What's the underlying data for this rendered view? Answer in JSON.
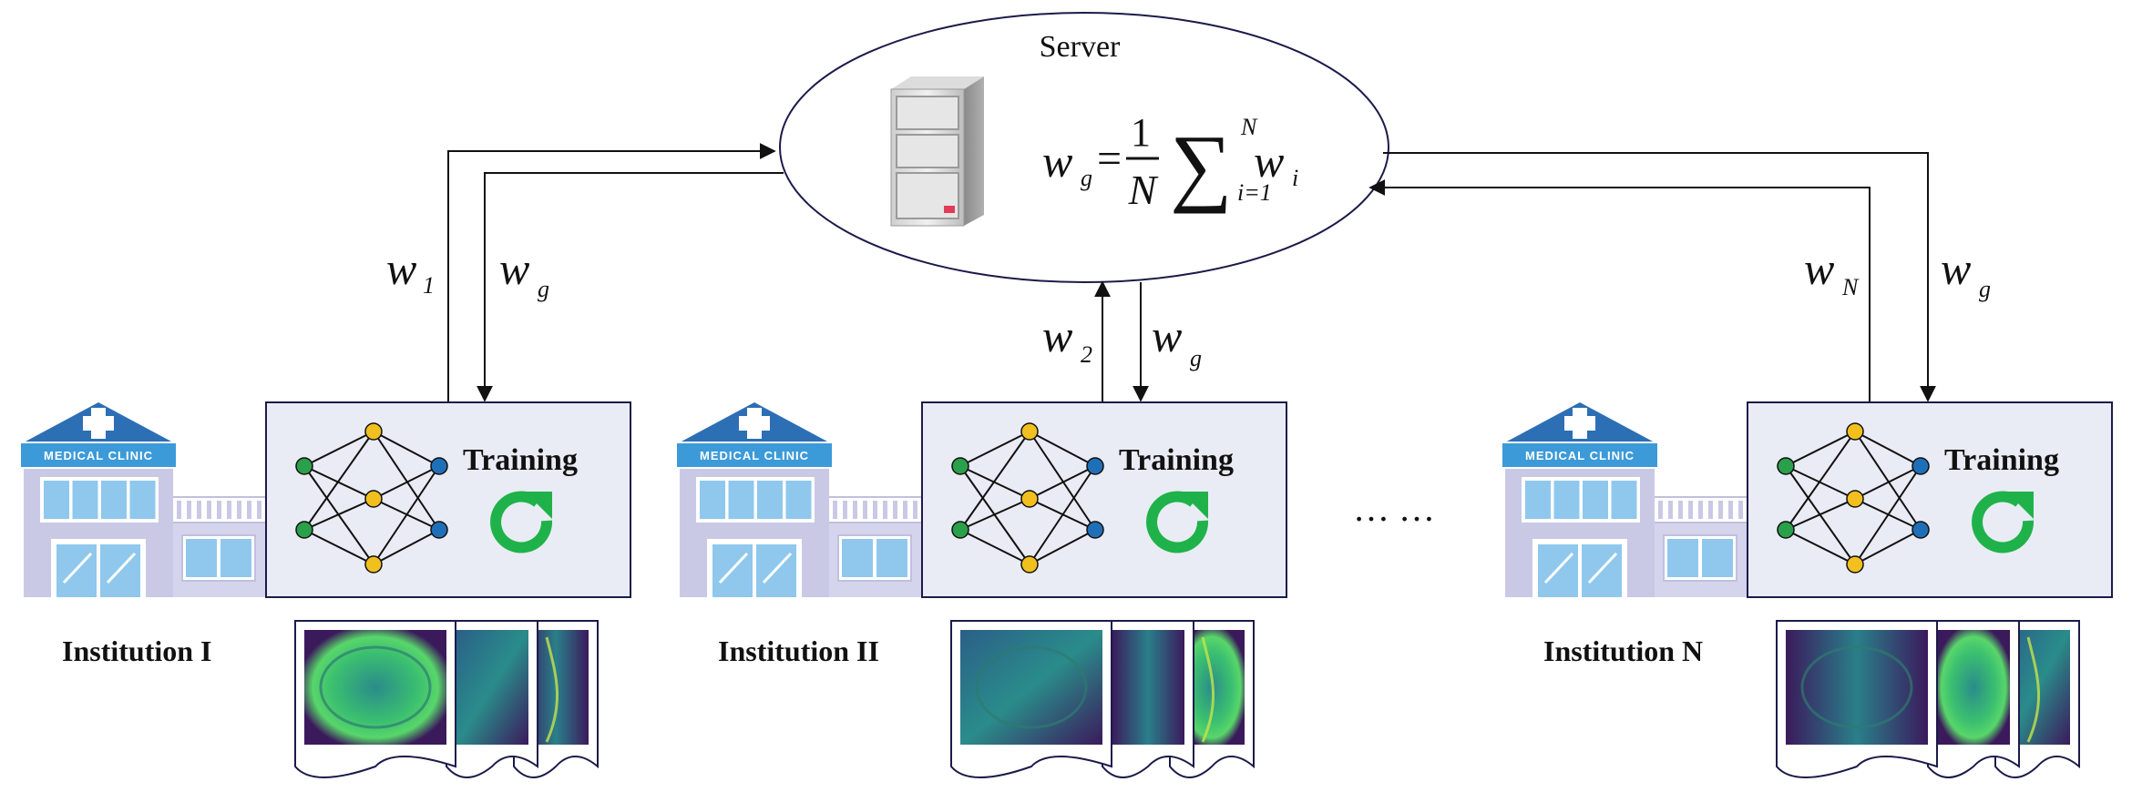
{
  "server": {
    "label": "Server",
    "formula": {
      "lhs": "w",
      "lhs_sub": "g",
      "equals": "=",
      "frac_num": "1",
      "frac_den": "N",
      "sum": "∑",
      "sum_top": "N",
      "sum_bottom": "i=1",
      "term": "w",
      "term_sub": "i"
    }
  },
  "institutions": [
    {
      "name": "Institution I",
      "sign": "MEDICAL CLINIC",
      "training_label": "Training",
      "upload": {
        "main": "w",
        "sub": "1"
      },
      "download": {
        "main": "w",
        "sub": "g"
      }
    },
    {
      "name": "Institution II",
      "sign": "MEDICAL CLINIC",
      "training_label": "Training",
      "upload": {
        "main": "w",
        "sub": "2"
      },
      "download": {
        "main": "w",
        "sub": "g"
      }
    },
    {
      "name": "Institution N",
      "sign": "MEDICAL CLINIC",
      "training_label": "Training",
      "upload": {
        "main": "w",
        "sub": "N"
      },
      "download": {
        "main": "w",
        "sub": "g"
      }
    }
  ],
  "ellipsis": "… …",
  "colors": {
    "panel_fill": "#e9ecf4",
    "node_green": "#2aa04a",
    "node_yellow": "#f2c01e",
    "node_blue": "#1f6fb8",
    "refresh_green": "#1fb24a",
    "roof_blue": "#2d6fb5",
    "sign_blue": "#3d9ad8",
    "building_lavender": "#c9c9e6",
    "window_blue": "#8fc8ec",
    "scan_dark": "#3b1a5c",
    "scan_teal": "#2a8c8a",
    "scan_green": "#58d66a"
  }
}
